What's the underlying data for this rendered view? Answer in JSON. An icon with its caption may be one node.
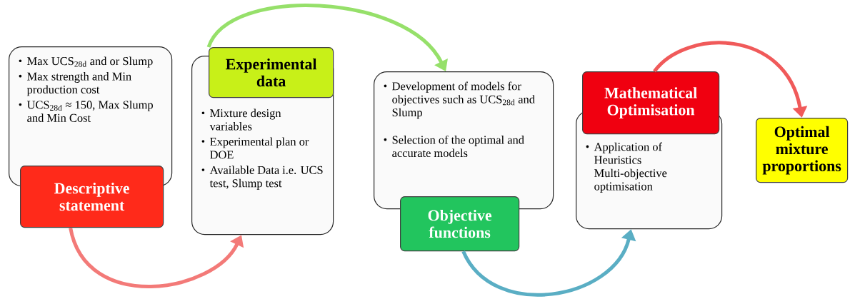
{
  "diagram": {
    "nodes": [
      {
        "text": [
          "Max UCS$_{28d}$ and or Slump",
          "Max strength and Min production cost",
          "UCS$_{28d}$ ≈ 150, Max Slump and Min Cost"
        ]
      },
      {
        "text": [
          "Descriptive statement"
        ]
      },
      {
        "text": [
          "Mixture design variables",
          "Experimental plan or DOE",
          "Available Data i.e. UCS test, Slump test"
        ]
      },
      {
        "text": [
          "Experimental data"
        ]
      },
      {
        "text": [
          "Development of models for objectives such as UCS$_{28d}$ and Slump",
          "Selection of the optimal and accurate models"
        ]
      },
      {
        "text": [
          "Objective functions"
        ]
      },
      {
        "text": [
          "Application of Heuristics Multi-objective optimisation"
        ]
      },
      {
        "text": [
          "Mathematical Optimisation"
        ]
      },
      {
        "text": [
          "Optimal mixture proportions"
        ]
      }
    ],
    "edges": [
      {
        "from": 1,
        "to": 2,
        "arrow": "to",
        "color": "#f37a78"
      },
      {
        "from": 3,
        "to": 4,
        "arrow": "to",
        "color": "#96e06a"
      },
      {
        "from": 5,
        "to": 6,
        "arrow": "to",
        "color": "#5aaec4"
      },
      {
        "from": 7,
        "to": 8,
        "arrow": "to",
        "color": "#f05a5a"
      }
    ]
  }
}
